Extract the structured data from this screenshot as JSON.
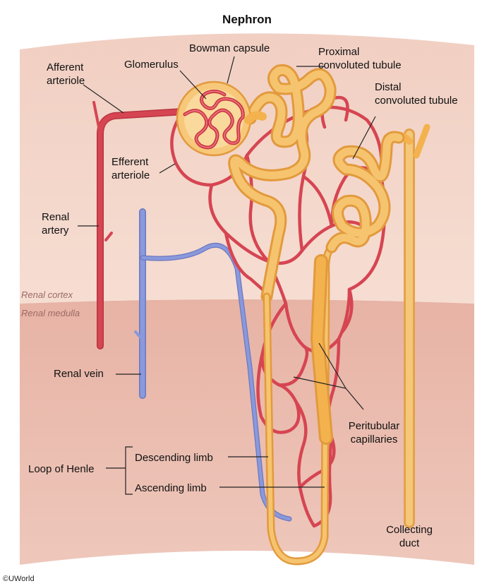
{
  "title": "Nephron",
  "labels": {
    "afferent_arteriole": "Afferent\narteriole",
    "glomerulus": "Glomerulus",
    "bowman_capsule": "Bowman capsule",
    "proximal_tubule": "Proximal\nconvoluted tubule",
    "distal_tubule": "Distal\nconvoluted tubule",
    "efferent_arteriole": "Efferent\narteriole",
    "renal_artery": "Renal\nartery",
    "renal_vein": "Renal vein",
    "peritubular_capillaries": "Peritubular\ncapillaries",
    "loop_of_henle": "Loop of Henle",
    "descending_limb": "Descending limb",
    "ascending_limb": "Ascending limb",
    "collecting_duct": "Collecting\nduct"
  },
  "zones": {
    "cortex": "Renal cortex",
    "medulla": "Renal medulla"
  },
  "copyright": "©UWorld",
  "colors": {
    "cortex": "#f5d8cd",
    "medulla": "#e9b9ab",
    "artery": "#d64552",
    "vein": "#7f8fd3",
    "tubule": "#f3b24e",
    "tubule_light": "#f8d28a",
    "leader": "#222222"
  }
}
